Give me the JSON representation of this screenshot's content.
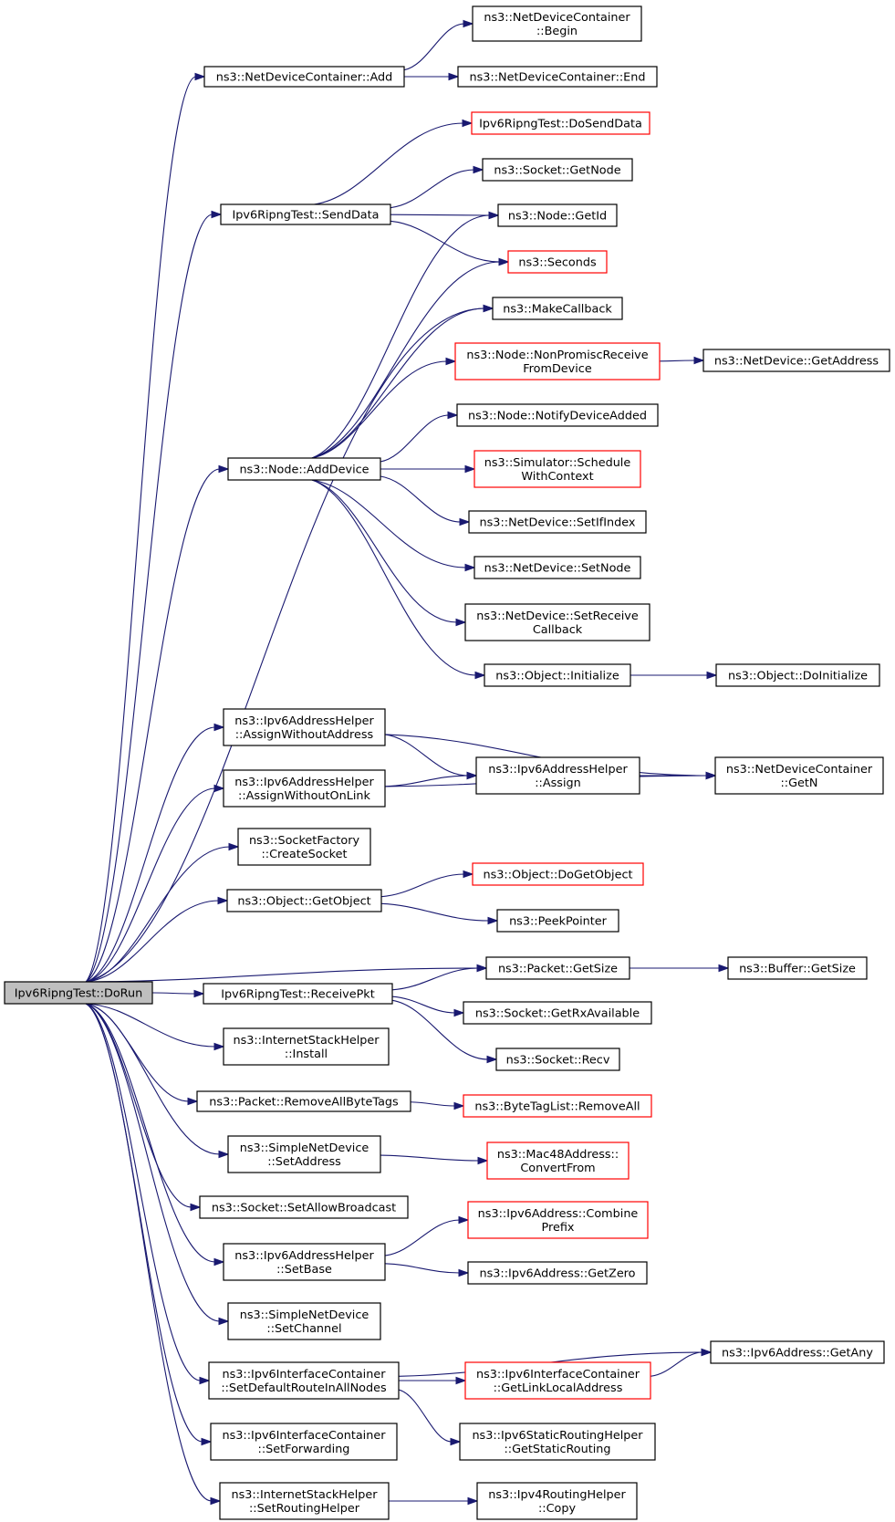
{
  "graph": {
    "root": "Ipv6RipngTest::DoRun",
    "nodes": [
      {
        "id": "doRun",
        "lines": [
          "Ipv6RipngTest::DoRun"
        ],
        "root": true
      },
      {
        "id": "ndcAdd",
        "lines": [
          "ns3::NetDeviceContainer::Add"
        ]
      },
      {
        "id": "ndcBegin",
        "lines": [
          "ns3::NetDeviceContainer",
          "::Begin"
        ]
      },
      {
        "id": "ndcEnd",
        "lines": [
          "ns3::NetDeviceContainer::End"
        ]
      },
      {
        "id": "doSendData",
        "lines": [
          "Ipv6RipngTest::DoSendData"
        ],
        "red": true
      },
      {
        "id": "sendData",
        "lines": [
          "Ipv6RipngTest::SendData"
        ]
      },
      {
        "id": "sockGetNode",
        "lines": [
          "ns3::Socket::GetNode"
        ]
      },
      {
        "id": "nodeGetId",
        "lines": [
          "ns3::Node::GetId"
        ]
      },
      {
        "id": "seconds",
        "lines": [
          "ns3::Seconds"
        ],
        "red": true
      },
      {
        "id": "makeCallback",
        "lines": [
          "ns3::MakeCallback"
        ]
      },
      {
        "id": "nonPromisc",
        "lines": [
          "ns3::Node::NonPromiscReceive",
          "FromDevice"
        ],
        "red": true
      },
      {
        "id": "ndGetAddress",
        "lines": [
          "ns3::NetDevice::GetAddress"
        ]
      },
      {
        "id": "notifyDev",
        "lines": [
          "ns3::Node::NotifyDeviceAdded"
        ]
      },
      {
        "id": "addDevice",
        "lines": [
          "ns3::Node::AddDevice"
        ]
      },
      {
        "id": "schedCtx",
        "lines": [
          "ns3::Simulator::Schedule",
          "WithContext"
        ],
        "red": true
      },
      {
        "id": "setIfIndex",
        "lines": [
          "ns3::NetDevice::SetIfIndex"
        ]
      },
      {
        "id": "setNode",
        "lines": [
          "ns3::NetDevice::SetNode"
        ]
      },
      {
        "id": "setRecvCb",
        "lines": [
          "ns3::NetDevice::SetReceive",
          "Callback"
        ]
      },
      {
        "id": "objInit",
        "lines": [
          "ns3::Object::Initialize"
        ]
      },
      {
        "id": "objDoInit",
        "lines": [
          "ns3::Object::DoInitialize"
        ]
      },
      {
        "id": "assignWoAddr",
        "lines": [
          "ns3::Ipv6AddressHelper",
          "::AssignWithoutAddress"
        ]
      },
      {
        "id": "assign",
        "lines": [
          "ns3::Ipv6AddressHelper",
          "::Assign"
        ]
      },
      {
        "id": "ndcGetN",
        "lines": [
          "ns3::NetDeviceContainer",
          "::GetN"
        ]
      },
      {
        "id": "assignWoLink",
        "lines": [
          "ns3::Ipv6AddressHelper",
          "::AssignWithoutOnLink"
        ]
      },
      {
        "id": "createSocket",
        "lines": [
          "ns3::SocketFactory",
          "::CreateSocket"
        ]
      },
      {
        "id": "getObject",
        "lines": [
          "ns3::Object::GetObject"
        ]
      },
      {
        "id": "doGetObject",
        "lines": [
          "ns3::Object::DoGetObject"
        ],
        "red": true
      },
      {
        "id": "peekPointer",
        "lines": [
          "ns3::PeekPointer"
        ]
      },
      {
        "id": "pktGetSize",
        "lines": [
          "ns3::Packet::GetSize"
        ]
      },
      {
        "id": "bufGetSize",
        "lines": [
          "ns3::Buffer::GetSize"
        ]
      },
      {
        "id": "receivePkt",
        "lines": [
          "Ipv6RipngTest::ReceivePkt"
        ]
      },
      {
        "id": "getRxAvail",
        "lines": [
          "ns3::Socket::GetRxAvailable"
        ]
      },
      {
        "id": "sockRecv",
        "lines": [
          "ns3::Socket::Recv"
        ]
      },
      {
        "id": "ishInstall",
        "lines": [
          "ns3::InternetStackHelper",
          "::Install"
        ]
      },
      {
        "id": "removeByteTags",
        "lines": [
          "ns3::Packet::RemoveAllByteTags"
        ]
      },
      {
        "id": "btlRemoveAll",
        "lines": [
          "ns3::ByteTagList::RemoveAll"
        ],
        "red": true
      },
      {
        "id": "sndSetAddress",
        "lines": [
          "ns3::SimpleNetDevice",
          "::SetAddress"
        ]
      },
      {
        "id": "macConvert",
        "lines": [
          "ns3::Mac48Address::",
          "ConvertFrom"
        ],
        "red": true
      },
      {
        "id": "setAllowBcast",
        "lines": [
          "ns3::Socket::SetAllowBroadcast"
        ]
      },
      {
        "id": "combinePrefix",
        "lines": [
          "ns3::Ipv6Address::Combine",
          "Prefix"
        ],
        "red": true
      },
      {
        "id": "setBase",
        "lines": [
          "ns3::Ipv6AddressHelper",
          "::SetBase"
        ]
      },
      {
        "id": "getZero",
        "lines": [
          "ns3::Ipv6Address::GetZero"
        ]
      },
      {
        "id": "sndSetChannel",
        "lines": [
          "ns3::SimpleNetDevice",
          "::SetChannel"
        ]
      },
      {
        "id": "getAny",
        "lines": [
          "ns3::Ipv6Address::GetAny"
        ]
      },
      {
        "id": "setDefRoute",
        "lines": [
          "ns3::Ipv6InterfaceContainer",
          "::SetDefaultRouteInAllNodes"
        ]
      },
      {
        "id": "getLinkLocal",
        "lines": [
          "ns3::Ipv6InterfaceContainer",
          "::GetLinkLocalAddress"
        ],
        "red": true
      },
      {
        "id": "setForwarding",
        "lines": [
          "ns3::Ipv6InterfaceContainer",
          "::SetForwarding"
        ]
      },
      {
        "id": "getStaticRouting",
        "lines": [
          "ns3::Ipv6StaticRoutingHelper",
          "::GetStaticRouting"
        ]
      },
      {
        "id": "setRoutingHelper",
        "lines": [
          "ns3::InternetStackHelper",
          "::SetRoutingHelper"
        ]
      },
      {
        "id": "ipv4Copy",
        "lines": [
          "ns3::Ipv4RoutingHelper",
          "::Copy"
        ]
      }
    ],
    "edges": [
      [
        "doRun",
        "ndcAdd"
      ],
      [
        "doRun",
        "sendData"
      ],
      [
        "doRun",
        "makeCallback"
      ],
      [
        "doRun",
        "addDevice"
      ],
      [
        "doRun",
        "assignWoAddr"
      ],
      [
        "doRun",
        "assignWoLink"
      ],
      [
        "doRun",
        "createSocket"
      ],
      [
        "doRun",
        "getObject"
      ],
      [
        "doRun",
        "pktGetSize"
      ],
      [
        "doRun",
        "receivePkt"
      ],
      [
        "doRun",
        "ishInstall"
      ],
      [
        "doRun",
        "removeByteTags"
      ],
      [
        "doRun",
        "sndSetAddress"
      ],
      [
        "doRun",
        "setAllowBcast"
      ],
      [
        "doRun",
        "setBase"
      ],
      [
        "doRun",
        "sndSetChannel"
      ],
      [
        "doRun",
        "setDefRoute"
      ],
      [
        "doRun",
        "setForwarding"
      ],
      [
        "doRun",
        "setRoutingHelper"
      ],
      [
        "ndcAdd",
        "ndcBegin"
      ],
      [
        "ndcAdd",
        "ndcEnd"
      ],
      [
        "sendData",
        "doSendData"
      ],
      [
        "sendData",
        "sockGetNode"
      ],
      [
        "sendData",
        "nodeGetId"
      ],
      [
        "sendData",
        "seconds"
      ],
      [
        "addDevice",
        "nodeGetId"
      ],
      [
        "addDevice",
        "seconds"
      ],
      [
        "addDevice",
        "makeCallback"
      ],
      [
        "addDevice",
        "nonPromisc"
      ],
      [
        "addDevice",
        "notifyDev"
      ],
      [
        "addDevice",
        "schedCtx"
      ],
      [
        "addDevice",
        "setIfIndex"
      ],
      [
        "addDevice",
        "setNode"
      ],
      [
        "addDevice",
        "setRecvCb"
      ],
      [
        "addDevice",
        "objInit"
      ],
      [
        "nonPromisc",
        "ndGetAddress"
      ],
      [
        "objInit",
        "objDoInit"
      ],
      [
        "assignWoAddr",
        "assign"
      ],
      [
        "assignWoAddr",
        "ndcGetN"
      ],
      [
        "assignWoLink",
        "assign"
      ],
      [
        "assignWoLink",
        "ndcGetN"
      ],
      [
        "assign",
        "ndcGetN"
      ],
      [
        "getObject",
        "doGetObject"
      ],
      [
        "getObject",
        "peekPointer"
      ],
      [
        "pktGetSize",
        "bufGetSize"
      ],
      [
        "receivePkt",
        "pktGetSize"
      ],
      [
        "receivePkt",
        "getRxAvail"
      ],
      [
        "receivePkt",
        "sockRecv"
      ],
      [
        "removeByteTags",
        "btlRemoveAll"
      ],
      [
        "sndSetAddress",
        "macConvert"
      ],
      [
        "setBase",
        "combinePrefix"
      ],
      [
        "setBase",
        "getZero"
      ],
      [
        "setDefRoute",
        "getAny"
      ],
      [
        "setDefRoute",
        "getLinkLocal"
      ],
      [
        "setDefRoute",
        "getStaticRouting"
      ],
      [
        "getLinkLocal",
        "getAny"
      ],
      [
        "setRoutingHelper",
        "ipv4Copy"
      ]
    ]
  }
}
